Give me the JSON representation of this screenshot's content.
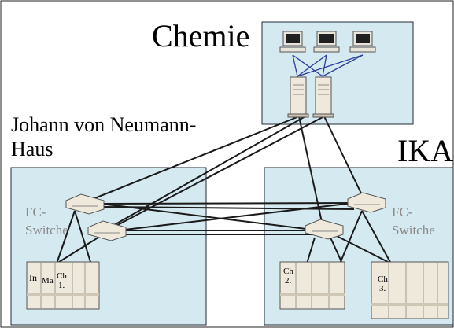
{
  "labels": {
    "chemie": "Chemie",
    "jvn_line1": "Johann von Neumann-",
    "jvn_line2": "Haus",
    "ika": "IKA",
    "fc_left_line1": "FC-",
    "fc_left_line2": "Switche",
    "fc_right_line1": "FC-",
    "fc_right_line2": "Switche"
  },
  "cabinets": {
    "jvn": [
      "In",
      "Ma",
      "Ch",
      "1."
    ],
    "ika_a": [
      "Ch",
      "2."
    ],
    "ika_b": [
      "Ch",
      "3."
    ]
  },
  "colors": {
    "panel_fill": "#d5e9f1",
    "panel_stroke": "#1d2a33",
    "link": "#1a1a1a",
    "lan_link": "#2d3f9a",
    "device": "#efe9dc",
    "fc_label": "#8a8a8a"
  }
}
